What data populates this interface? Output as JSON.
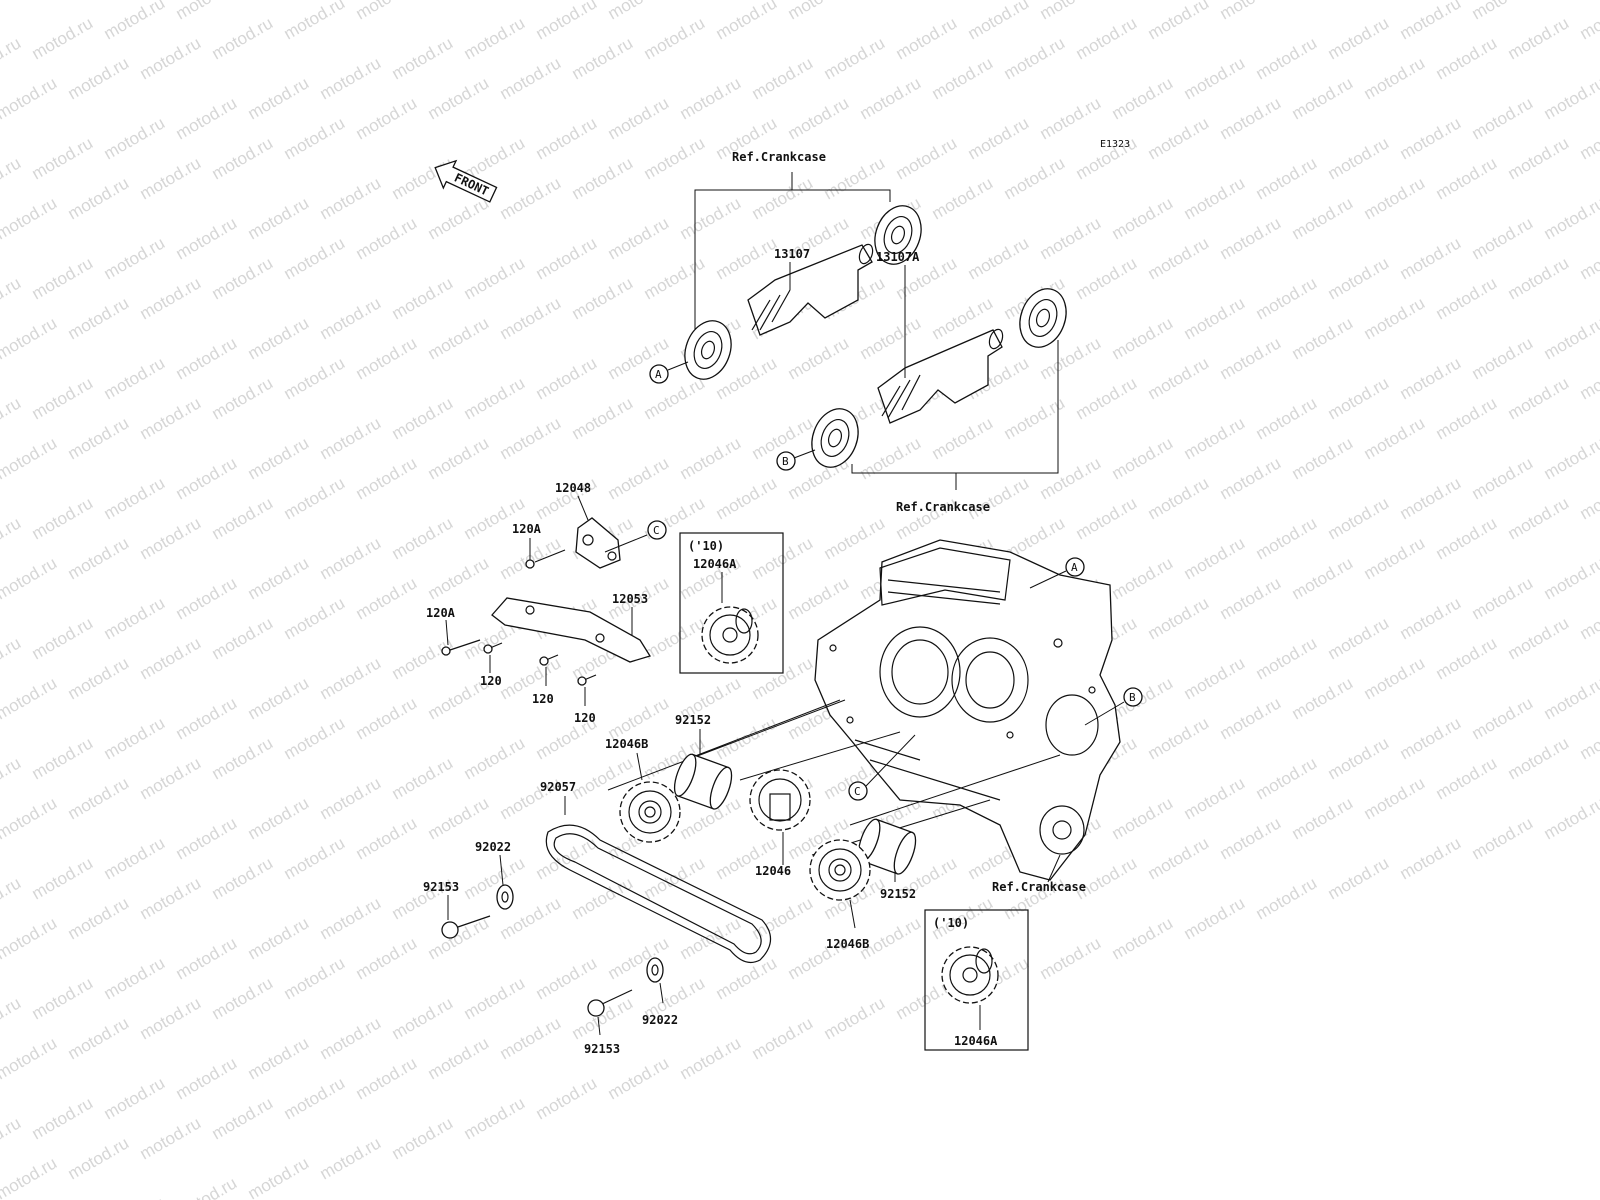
{
  "diagram_code": "E1323",
  "direction_arrow": "FRONT",
  "watermark": "motod.ru",
  "callout_letters": [
    "A",
    "B",
    "C"
  ],
  "reference_labels": {
    "crankcase_top": "Ref.Crankcase",
    "crankcase_middle": "Ref.Crankcase",
    "crankcase_bottom": "Ref.Crankcase"
  },
  "variant_boxes": [
    {
      "header": "('10)",
      "part": "12046A"
    },
    {
      "header": "('10)",
      "part": "12046A"
    }
  ],
  "part_labels": {
    "shaft": "13107",
    "shaft_a": "13107A",
    "tensioner": "12048",
    "guide": "12053",
    "bolt_120a_upper": "120A",
    "bolt_120a_lower": "120A",
    "bolt_120_1": "120",
    "bolt_120_2": "120",
    "bolt_120_3": "120",
    "collar_upper": "92152",
    "collar_lower": "92152",
    "sprocket_b_upper": "12046B",
    "sprocket_b_lower": "12046B",
    "sprocket": "12046",
    "chain": "92057",
    "washer_upper": "92022",
    "washer_lower": "92022",
    "bolt_upper": "92153",
    "bolt_lower": "92153"
  },
  "colors": {
    "line": "#111111",
    "watermark": "#d6d6d6",
    "background": "#ffffff"
  }
}
